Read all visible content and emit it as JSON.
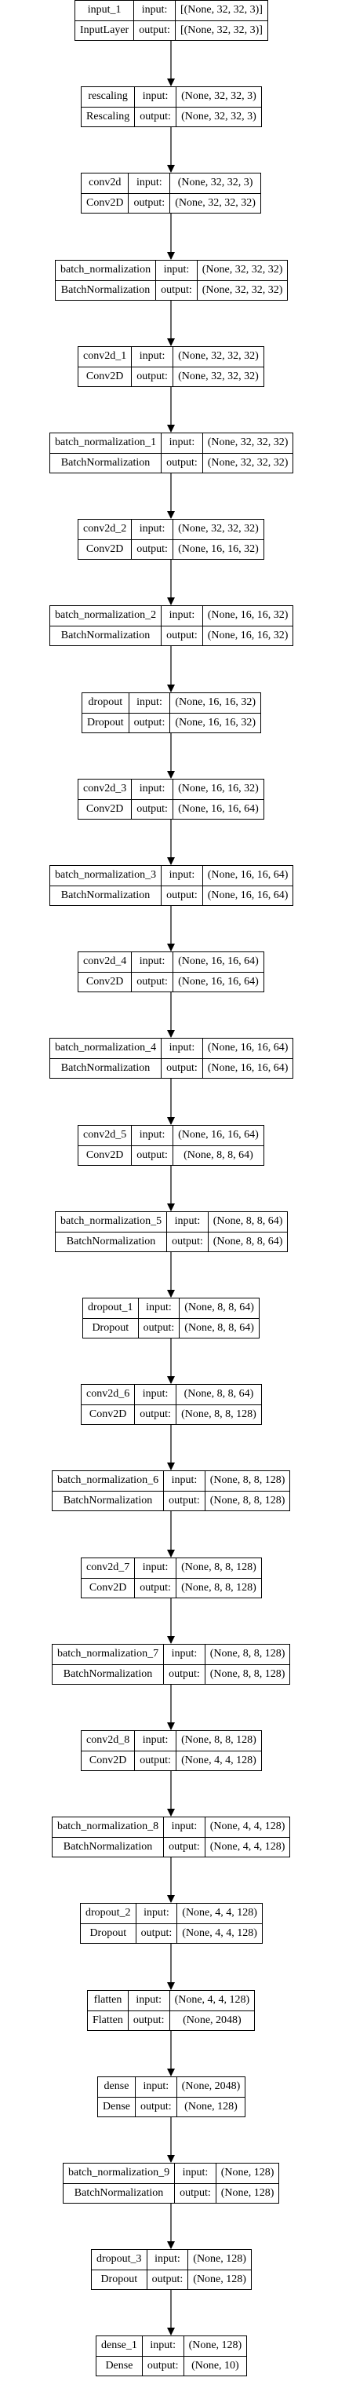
{
  "labels": {
    "input": "input:",
    "output": "output:"
  },
  "nodes": [
    {
      "name": "input_1",
      "type": "InputLayer",
      "input": "[(None, 32, 32, 3)]",
      "output": "[(None, 32, 32, 3)]"
    },
    {
      "name": "rescaling",
      "type": "Rescaling",
      "input": "(None, 32, 32, 3)",
      "output": "(None, 32, 32, 3)"
    },
    {
      "name": "conv2d",
      "type": "Conv2D",
      "input": "(None, 32, 32, 3)",
      "output": "(None, 32, 32, 32)"
    },
    {
      "name": "batch_normalization",
      "type": "BatchNormalization",
      "input": "(None, 32, 32, 32)",
      "output": "(None, 32, 32, 32)"
    },
    {
      "name": "conv2d_1",
      "type": "Conv2D",
      "input": "(None, 32, 32, 32)",
      "output": "(None, 32, 32, 32)"
    },
    {
      "name": "batch_normalization_1",
      "type": "BatchNormalization",
      "input": "(None, 32, 32, 32)",
      "output": "(None, 32, 32, 32)"
    },
    {
      "name": "conv2d_2",
      "type": "Conv2D",
      "input": "(None, 32, 32, 32)",
      "output": "(None, 16, 16, 32)"
    },
    {
      "name": "batch_normalization_2",
      "type": "BatchNormalization",
      "input": "(None, 16, 16, 32)",
      "output": "(None, 16, 16, 32)"
    },
    {
      "name": "dropout",
      "type": "Dropout",
      "input": "(None, 16, 16, 32)",
      "output": "(None, 16, 16, 32)"
    },
    {
      "name": "conv2d_3",
      "type": "Conv2D",
      "input": "(None, 16, 16, 32)",
      "output": "(None, 16, 16, 64)"
    },
    {
      "name": "batch_normalization_3",
      "type": "BatchNormalization",
      "input": "(None, 16, 16, 64)",
      "output": "(None, 16, 16, 64)"
    },
    {
      "name": "conv2d_4",
      "type": "Conv2D",
      "input": "(None, 16, 16, 64)",
      "output": "(None, 16, 16, 64)"
    },
    {
      "name": "batch_normalization_4",
      "type": "BatchNormalization",
      "input": "(None, 16, 16, 64)",
      "output": "(None, 16, 16, 64)"
    },
    {
      "name": "conv2d_5",
      "type": "Conv2D",
      "input": "(None, 16, 16, 64)",
      "output": "(None, 8, 8, 64)"
    },
    {
      "name": "batch_normalization_5",
      "type": "BatchNormalization",
      "input": "(None, 8, 8, 64)",
      "output": "(None, 8, 8, 64)"
    },
    {
      "name": "dropout_1",
      "type": "Dropout",
      "input": "(None, 8, 8, 64)",
      "output": "(None, 8, 8, 64)"
    },
    {
      "name": "conv2d_6",
      "type": "Conv2D",
      "input": "(None, 8, 8, 64)",
      "output": "(None, 8, 8, 128)"
    },
    {
      "name": "batch_normalization_6",
      "type": "BatchNormalization",
      "input": "(None, 8, 8, 128)",
      "output": "(None, 8, 8, 128)"
    },
    {
      "name": "conv2d_7",
      "type": "Conv2D",
      "input": "(None, 8, 8, 128)",
      "output": "(None, 8, 8, 128)"
    },
    {
      "name": "batch_normalization_7",
      "type": "BatchNormalization",
      "input": "(None, 8, 8, 128)",
      "output": "(None, 8, 8, 128)"
    },
    {
      "name": "conv2d_8",
      "type": "Conv2D",
      "input": "(None, 8, 8, 128)",
      "output": "(None, 4, 4, 128)"
    },
    {
      "name": "batch_normalization_8",
      "type": "BatchNormalization",
      "input": "(None, 4, 4, 128)",
      "output": "(None, 4, 4, 128)"
    },
    {
      "name": "dropout_2",
      "type": "Dropout",
      "input": "(None, 4, 4, 128)",
      "output": "(None, 4, 4, 128)"
    },
    {
      "name": "flatten",
      "type": "Flatten",
      "input": "(None, 4, 4, 128)",
      "output": "(None, 2048)"
    },
    {
      "name": "dense",
      "type": "Dense",
      "input": "(None, 2048)",
      "output": "(None, 128)"
    },
    {
      "name": "batch_normalization_9",
      "type": "BatchNormalization",
      "input": "(None, 128)",
      "output": "(None, 128)"
    },
    {
      "name": "dropout_3",
      "type": "Dropout",
      "input": "(None, 128)",
      "output": "(None, 128)"
    },
    {
      "name": "dense_1",
      "type": "Dense",
      "input": "(None, 128)",
      "output": "(None, 10)"
    }
  ]
}
